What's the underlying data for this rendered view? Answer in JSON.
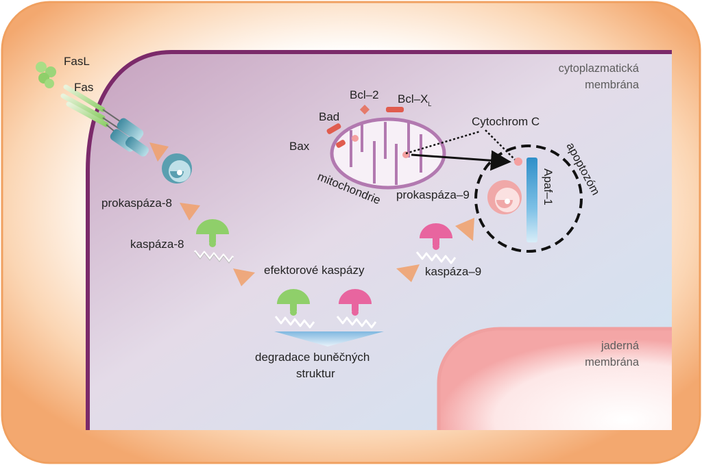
{
  "labels": {
    "fasl": "FasL",
    "fas": "Fas",
    "cytoplasmic_membrane_1": "cytoplazmatická",
    "cytoplasmic_membrane_2": "membrána",
    "bcl2": "Bcl–2",
    "bclxl_main": "Bcl–X",
    "bclxl_sub": "L",
    "bad": "Bad",
    "bax": "Bax",
    "cytochrome_c": "Cytochrom C",
    "apoptosome": "apoptozóm",
    "mitochondria": "mitochondrie",
    "procaspase9": "prokaspáza–9",
    "apaf1": "Apaf–1",
    "procaspase8": "prokaspáza-8",
    "caspase8": "kaspáza-8",
    "caspase9": "kaspáza–9",
    "effector_caspases": "efektorové kaspázy",
    "degradation_1": "degradace buněčných",
    "degradation_2": "struktur",
    "nuclear_membrane_1": "jaderná",
    "nuclear_membrane_2": "membrána"
  },
  "colors": {
    "outer_orange": "#f3a86f",
    "cell_membrane": "#7b2a6a",
    "mitochondria": "#b279b0",
    "nucleus": "#f4a6a6",
    "caspase8_green": "#8fcf6a",
    "caspase9_pink": "#e8659f",
    "procaspase8_teal": "#5a9fb0",
    "procaspase9_pink": "#f0a8a8",
    "apaf1_blue": "#2f8fc8",
    "arrow_orange": "#f0a06a"
  }
}
